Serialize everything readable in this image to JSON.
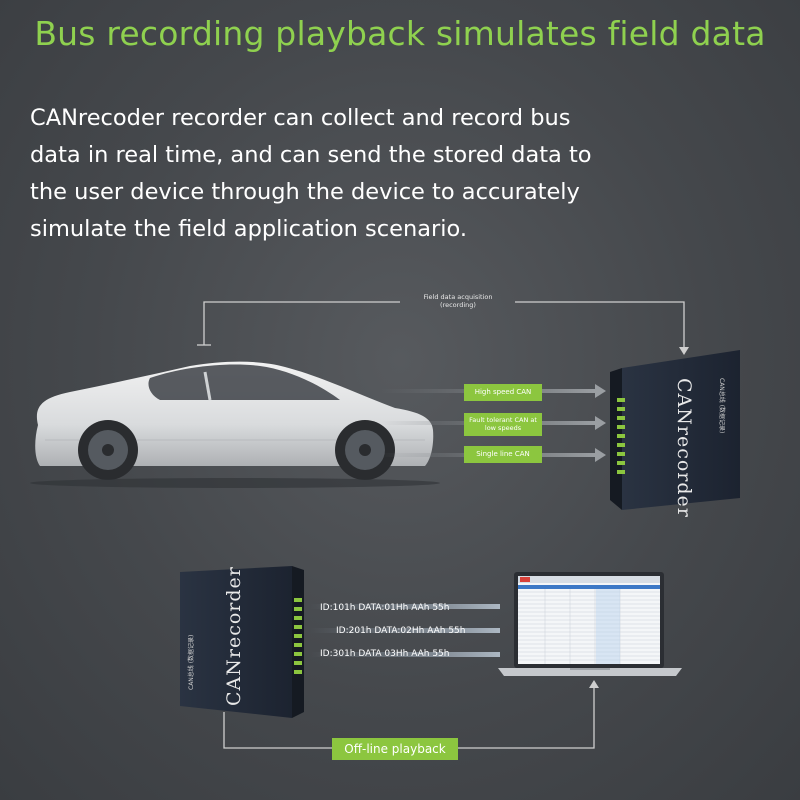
{
  "title": "Bus recording playback simulates field data",
  "description_lines": [
    "CANrecoder recorder can collect and record bus",
    "data in real time, and can send the stored data to",
    "the user device through the device to accurately",
    "simulate the field application scenario."
  ],
  "top_flow_label": "Field data acquisition (recording)",
  "bus_labels": [
    "High speed CAN",
    "Fault tolerant CAN at low speeds",
    "Single line CAN"
  ],
  "device_name": "CANrecorder",
  "device_subtitle": "CAN总线 (数据记录)",
  "id_lines": [
    "ID:101h DATA:01Hh AAh 55h",
    "ID:201h DATA:02Hh AAh 55h",
    "ID:301h DATA 03Hh AAh 55h"
  ],
  "offline_label": "Off-line playback",
  "colors": {
    "accent_green": "#8cc63f",
    "title_green": "#8fd14f",
    "background": "#4a4d51"
  }
}
